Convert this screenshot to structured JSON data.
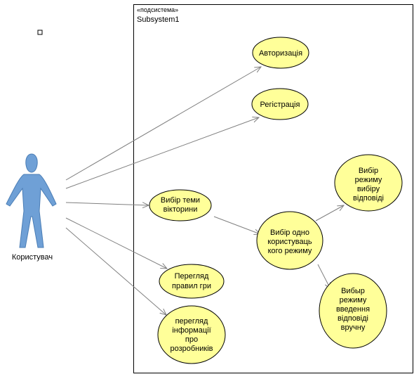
{
  "subsystem": {
    "stereotype": "«подсистема»",
    "name": "Subsystem1"
  },
  "actor": {
    "name": "Користувач",
    "icon": "stick-figure-actor-icon"
  },
  "colors": {
    "usecase_fill": "#ffff99",
    "actor_fill": "#6fa0d6",
    "line": "#808080"
  },
  "use_cases": [
    {
      "id": "auth",
      "lines": [
        "Авторизація"
      ]
    },
    {
      "id": "reg",
      "lines": [
        "Регістрація"
      ]
    },
    {
      "id": "topic",
      "lines": [
        "Вибір теми",
        "вікторини"
      ]
    },
    {
      "id": "mode",
      "lines": [
        "Вибір одно",
        "користуваць",
        "кого режиму"
      ]
    },
    {
      "id": "select",
      "lines": [
        "Вибір",
        "режиму",
        "вибіру",
        "відповіді"
      ]
    },
    {
      "id": "manual",
      "lines": [
        "Вибыр",
        "режиму",
        "введення",
        "відповіді",
        "вручну"
      ]
    },
    {
      "id": "rules",
      "lines": [
        "Перегляд",
        "правил гри"
      ]
    },
    {
      "id": "devs",
      "lines": [
        "перегляд",
        "інформації",
        "про",
        "розробників"
      ]
    }
  ]
}
